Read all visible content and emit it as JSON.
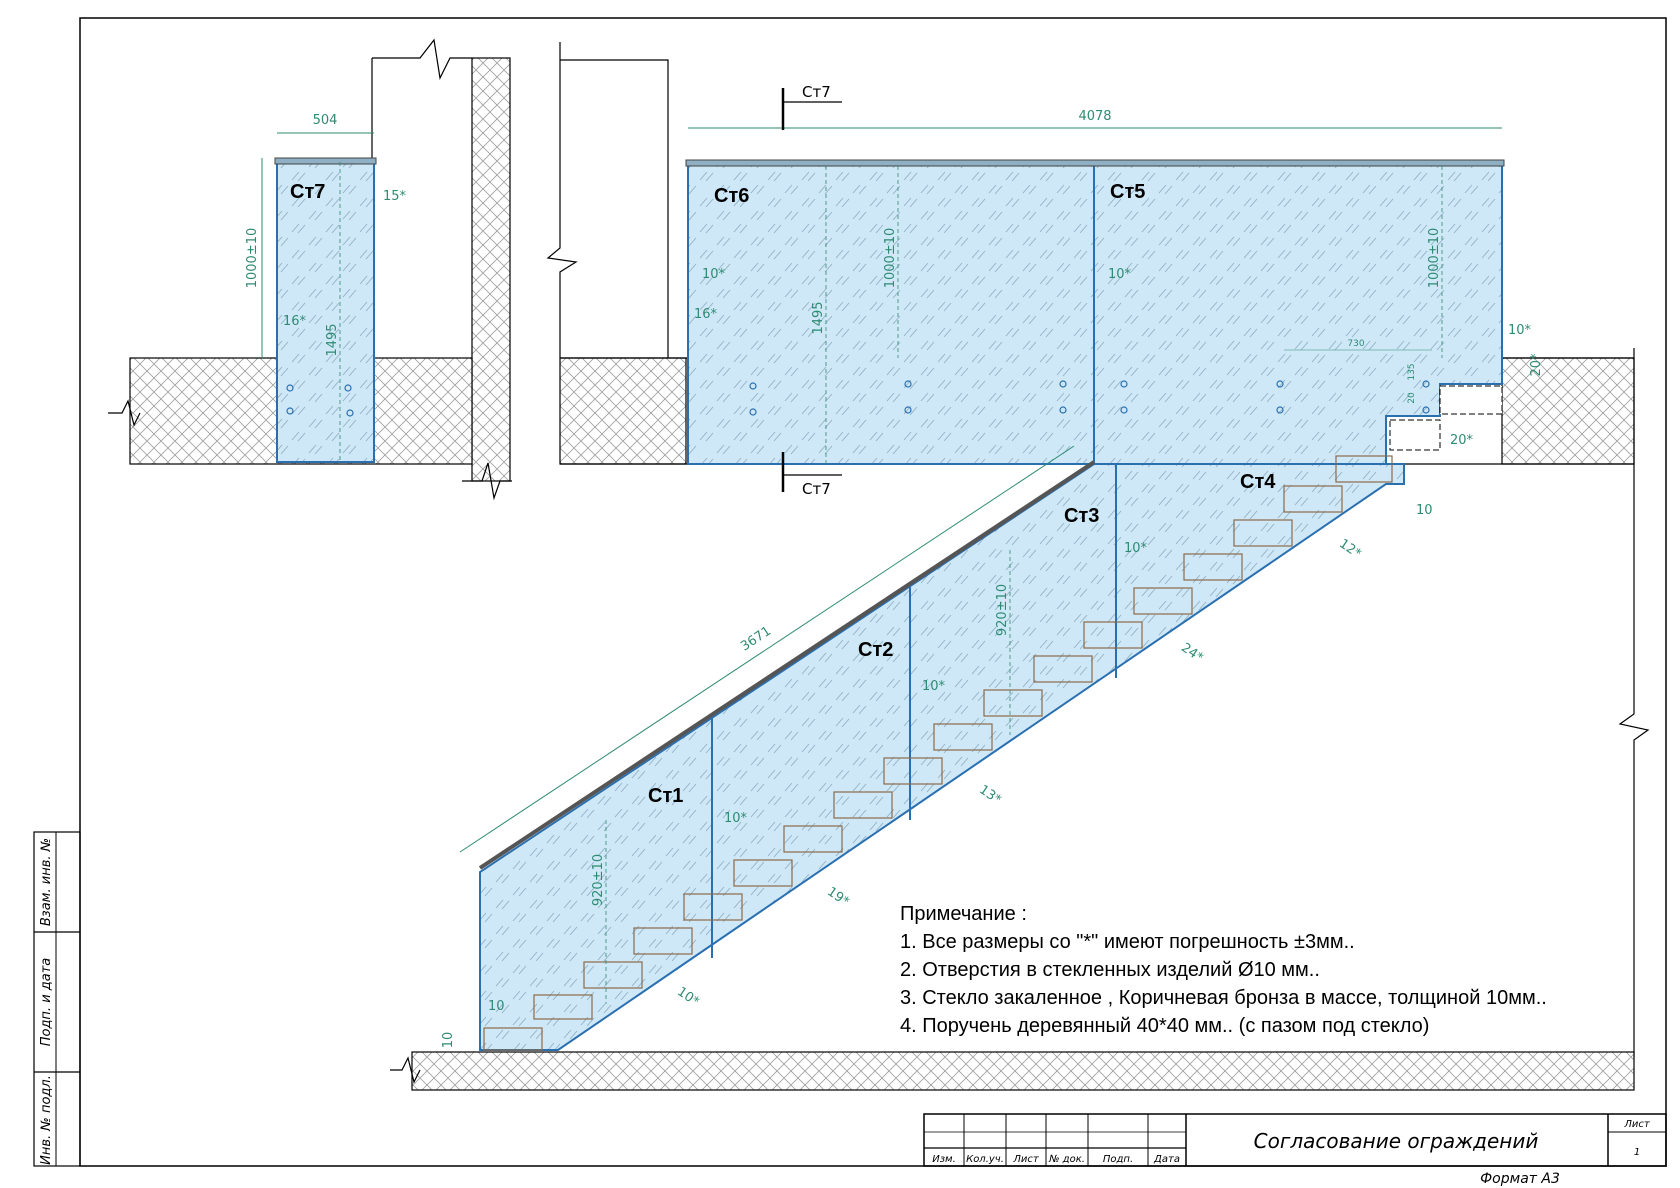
{
  "panels": {
    "st7": "Ст7",
    "st6": "Ст6",
    "st5": "Ст5",
    "st4": "Ст4",
    "st3": "Ст3",
    "st2": "Ст2",
    "st1": "Ст1"
  },
  "dimensions": {
    "width_st7": "504",
    "width_st5_st6": "4078",
    "stair_length": "3671",
    "height_1000_st7": "1000±10",
    "height_1000_st6": "1000±10",
    "height_1000_st5": "1000±10",
    "height_1495_st7": "1495",
    "height_1495_st6": "1495",
    "height_920_st3": "920±10",
    "height_920_st1": "920±10",
    "gap_15": "15*",
    "gap_16_st7": "16*",
    "gap_16_st6": "16*",
    "gap_10_st6": "10*",
    "gap_10_st5": "10*",
    "gap_10_right": "10*",
    "gap_20_right": "20*",
    "gap_20_bottom": "20*",
    "dim_730": "730",
    "dim_135": "135",
    "dim_20": "20",
    "gap_10_st4": "10",
    "gap_12": "12*",
    "gap_24": "24*",
    "gap_13": "13*",
    "gap_19": "19*",
    "gap_10_st1_bottom": "10*",
    "gap_10_st3": "10*",
    "gap_10_st2": "10*",
    "gap_10_st1": "10*",
    "gap_10_floor": "10",
    "gap_10_floor2": "10"
  },
  "section_marks": {
    "top": "Ст7",
    "bottom": "Ст7"
  },
  "notes": {
    "title": "Примечание :",
    "items": [
      "1.  Все размеры со \"*\" имеют погрешность ±3мм..",
      "2. Отверстия в стекленных изделий Ø10 мм..",
      "3. Стекло закаленное , Коричневая бронза в массе, толщиной 10мм..",
      "4. Поручень деревянный 40*40 мм.. (с пазом под стекло)"
    ]
  },
  "title_block": {
    "columns": [
      "Изм.",
      "Кол.уч.",
      "Лист",
      "№ док.",
      "Подп.",
      "Дата"
    ],
    "title": "Согласование ограждений",
    "sheet_label": "Лист",
    "sheet_number": "1",
    "format": "Формат А3"
  },
  "side_stamp": {
    "inv_podl": "Инв. № подл.",
    "podp_data": "Подп. и дата",
    "vzam_inv": "Взам. инв. №"
  },
  "colors": {
    "glass_fill": "#cfe8f7",
    "glass_stroke": "#2a6fb0",
    "dimension": "#2e8b72",
    "wall_hatch": "#9a9a9a",
    "hole_box": "#8a6a4a"
  }
}
